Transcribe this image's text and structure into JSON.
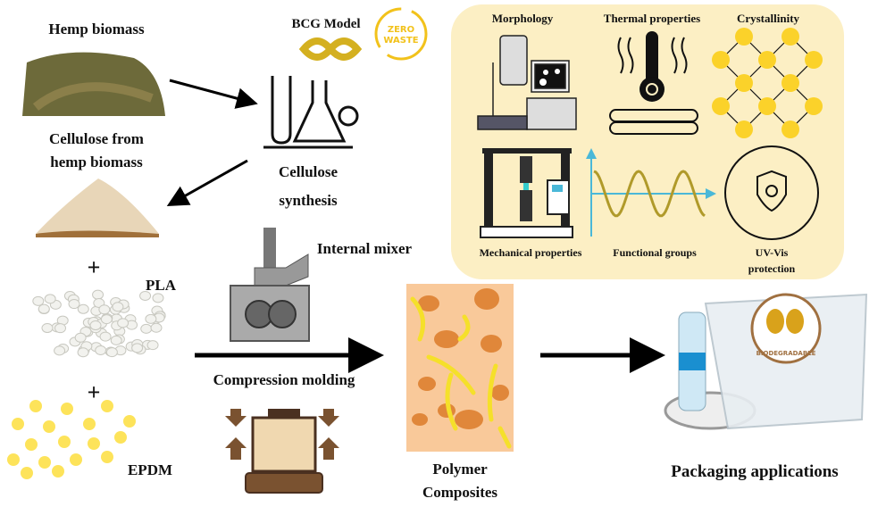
{
  "labels": {
    "hemp_biomass": "Hemp biomass",
    "cellulose_line1": "Cellulose from",
    "cellulose_line2": "hemp biomass",
    "plus1": "+",
    "pla": "PLA",
    "plus2": "+",
    "epdm": "EPDM",
    "bcg_model": "BCG Model",
    "zero_waste_1": "ZERO",
    "zero_waste_2": "WASTE",
    "synthesis_line1": "Cellulose",
    "synthesis_line2": "synthesis",
    "internal_mixer": "Internal mixer",
    "compression_molding": "Compression molding",
    "composites_line1": "Polymer",
    "composites_line2": "Composites",
    "packaging": "Packaging applications",
    "biodegradable": "BIODEGRADABLE"
  },
  "characterization": {
    "morphology": "Morphology",
    "thermal": "Thermal properties",
    "crystallinity": "Crystallinity",
    "mechanical": "Mechanical properties",
    "functional": "Functional groups",
    "uvvis_line1": "UV-Vis",
    "uvvis_line2": "protection"
  },
  "colors": {
    "panel": "#fcefc4",
    "yellow": "#fbd22a",
    "composite_bg": "#f9c99a",
    "particle": "#e0873a",
    "fiber": "#f5e02a",
    "brown": "#7a5230"
  }
}
